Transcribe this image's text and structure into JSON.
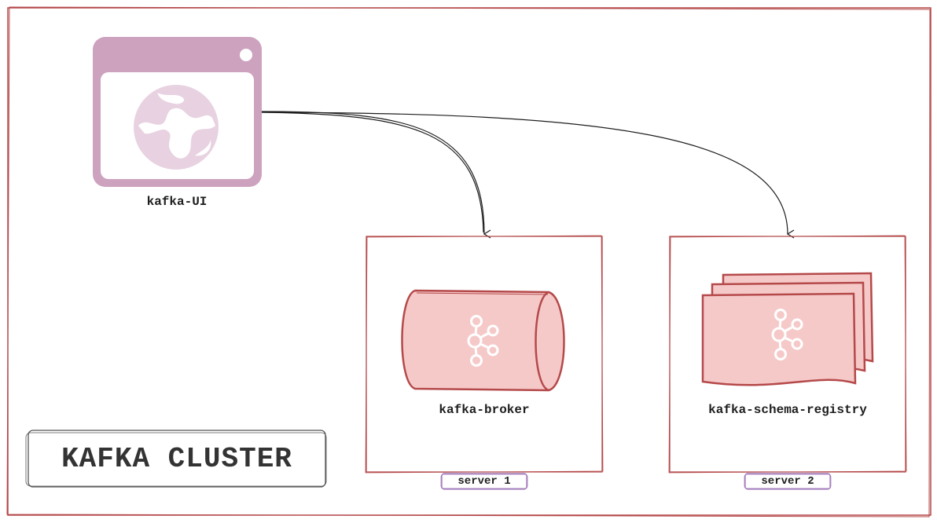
{
  "cluster": {
    "title": "KAFKA CLUSTER",
    "border_color": "#b5494a"
  },
  "nodes": {
    "ui": {
      "label": "kafka-UI",
      "icon": "browser-globe-icon",
      "color": "#cda2bf",
      "light_color": "#e8d2e1"
    },
    "broker": {
      "label": "kafka-broker",
      "icon": "kafka-cylinder-icon",
      "fill": "#f6c9c9",
      "stroke": "#b5494a"
    },
    "registry": {
      "label": "kafka-schema-registry",
      "icon": "kafka-stacked-docs-icon",
      "fill": "#f6c9c9",
      "stroke": "#b5494a"
    }
  },
  "servers": [
    {
      "label": "server 1",
      "border_color": "#9b70b5"
    },
    {
      "label": "server 2",
      "border_color": "#9b70b5"
    }
  ]
}
